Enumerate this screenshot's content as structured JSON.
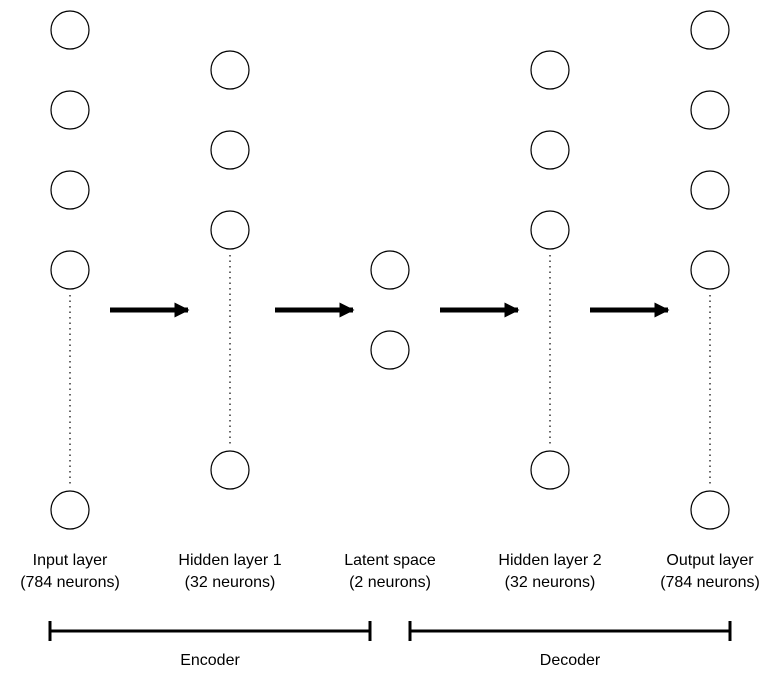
{
  "layers": [
    {
      "name": "Input layer",
      "count": "(784 neurons)"
    },
    {
      "name": "Hidden layer 1",
      "count": "(32 neurons)"
    },
    {
      "name": "Latent space",
      "count": "(2 neurons)"
    },
    {
      "name": "Hidden layer 2",
      "count": "(32 neurons)"
    },
    {
      "name": "Output layer",
      "count": "(784 neurons)"
    }
  ],
  "brackets": {
    "encoder": "Encoder",
    "decoder": "Decoder"
  },
  "colors": {
    "stroke": "#000000",
    "fill": "#ffffff"
  }
}
